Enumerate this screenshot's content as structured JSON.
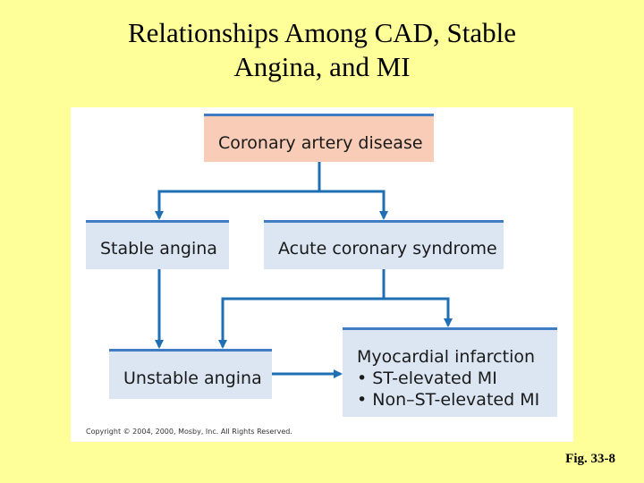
{
  "title": {
    "line1": "Relationships Among CAD, Stable",
    "line2": "Angina, and MI"
  },
  "diagram": {
    "nodes": {
      "cad": "Coronary artery disease",
      "stable_angina": "Stable angina",
      "acs": "Acute coronary syndrome",
      "unstable_angina": "Unstable angina",
      "mi_title": "Myocardial infarction",
      "mi_item1": "• ST-elevated MI",
      "mi_item2": "• Non–ST-elevated MI"
    },
    "edges": [
      {
        "from": "Coronary artery disease",
        "to": "Stable angina"
      },
      {
        "from": "Coronary artery disease",
        "to": "Acute coronary syndrome"
      },
      {
        "from": "Stable angina",
        "to": "Unstable angina"
      },
      {
        "from": "Acute coronary syndrome",
        "to": "Unstable angina"
      },
      {
        "from": "Acute coronary syndrome",
        "to": "Myocardial infarction"
      },
      {
        "from": "Unstable angina",
        "to": "Myocardial infarction"
      }
    ],
    "copyright": "Copyright © 2004, 2000, Mosby, Inc. All Rights Reserved."
  },
  "figure_label": "Fig. 33-8",
  "colors": {
    "background": "#ffff99",
    "box_blue": "#dce6f3",
    "box_pink": "#f8ccb7",
    "arrow": "#1f6fb5"
  }
}
